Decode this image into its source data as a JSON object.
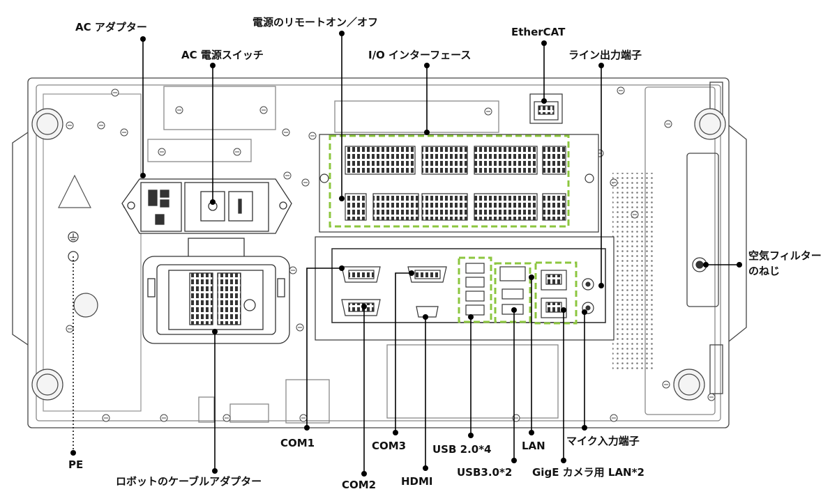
{
  "diagram": {
    "labels": {
      "ac_adapter": "AC アダプター",
      "ac_switch": "AC 電源スイッチ",
      "remote_on_off": "電源のリモートオン／オフ",
      "io_interface": "I/O インターフェース",
      "ethercat": "EtherCAT",
      "line_out": "ライン出力端子",
      "air_filter_screw": "空気フィルターのねじ",
      "com1": "COM1",
      "com2": "COM2",
      "com3": "COM3",
      "usb2": "USB 2.0*4",
      "usb3": "USB3.0*2",
      "hdmi": "HDMI",
      "lan": "LAN",
      "gige_lan": "GigE カメラ用 LAN*2",
      "mic_in": "マイク入力端子",
      "pe": "PE",
      "robot_cable_adapter": "ロボットのケーブルアダプター"
    },
    "colors": {
      "outline": "#444444",
      "leader": "#000000",
      "highlight": "#8cc63f"
    }
  }
}
